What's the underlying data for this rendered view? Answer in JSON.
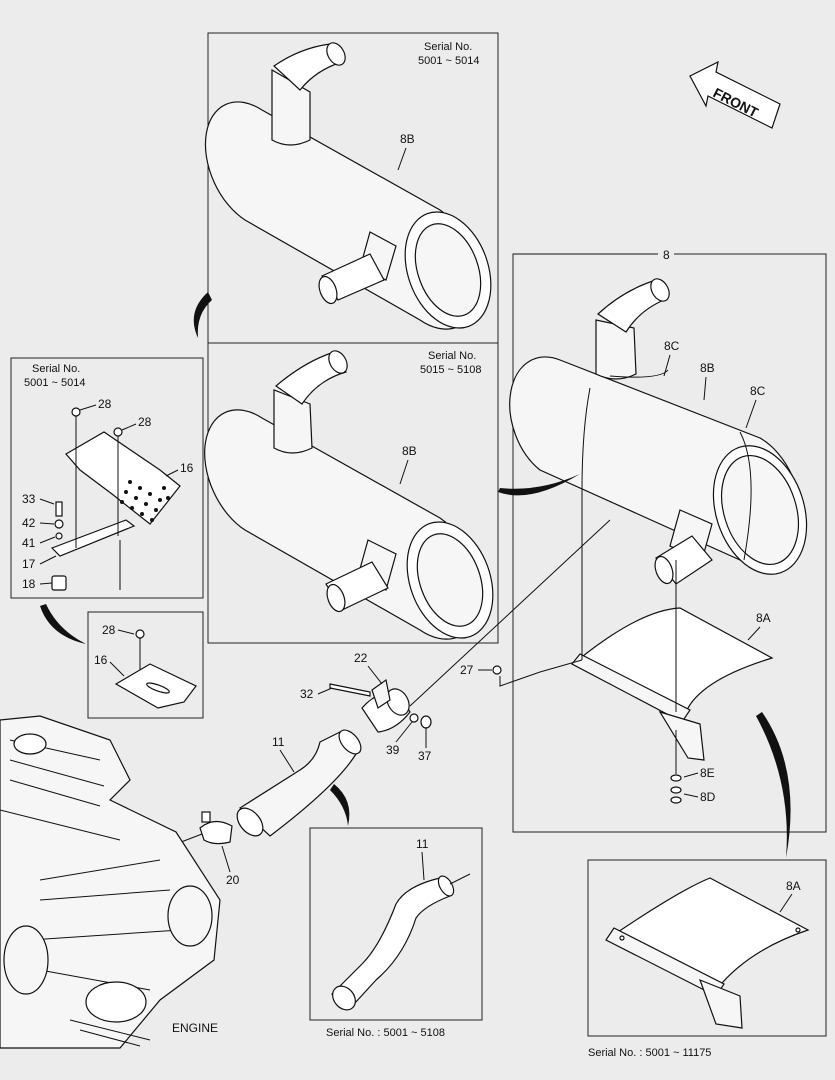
{
  "direction": {
    "label": "FRONT"
  },
  "panels": {
    "muffler_early": {
      "serial_label": "Serial No.",
      "serial_range": "5001 ~ 5014",
      "part": "8B"
    },
    "muffler_late": {
      "serial_label": "Serial No.",
      "serial_range": "5015 ~ 5108",
      "part": "8B"
    },
    "bracket_early": {
      "serial_label": "Serial No.",
      "serial_range": "5001 ~ 5014"
    },
    "main_group": {
      "group": "8"
    },
    "pipe_detail": {
      "caption": "Serial No. : 5001 ~ 5108",
      "part": "11"
    },
    "plate_detail": {
      "caption": "Serial No. : 5001 ~ 11175",
      "part": "8A"
    }
  },
  "callouts": {
    "c8C_left": "8C",
    "c8B": "8B",
    "c8C_right": "8C",
    "c8A": "8A",
    "c8E": "8E",
    "c8D": "8D",
    "c27": "27",
    "c22": "22",
    "c32": "32",
    "c39": "39",
    "c37": "37",
    "c11": "11",
    "c20": "20",
    "c28_bk1": "28",
    "c28_bk2": "28",
    "c16_bk": "16",
    "c33": "33",
    "c42": "42",
    "c41": "41",
    "c17": "17",
    "c18": "18",
    "c28_small": "28",
    "c16_small": "16"
  },
  "engine_label": "ENGINE"
}
